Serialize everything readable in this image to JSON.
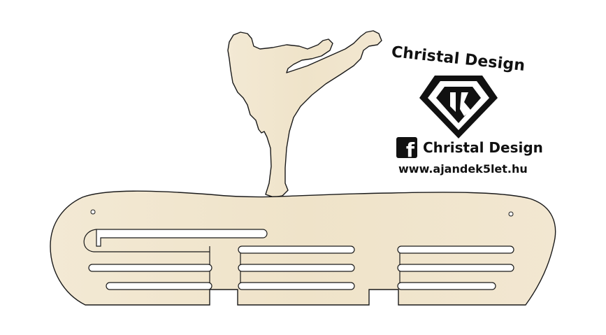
{
  "brand": {
    "title": "Christal Design",
    "facebook_label": "Christal Design",
    "facebook_icon_glyph": "f",
    "website": "www.ajandek5let.hu"
  },
  "icons": [
    "diamond-logo-icon",
    "facebook-icon",
    "karate-kicker-silhouette"
  ],
  "colors": {
    "wood": "#f1e6cf",
    "outline": "#1a1a1a",
    "text": "#111111",
    "background": "#ffffff"
  }
}
